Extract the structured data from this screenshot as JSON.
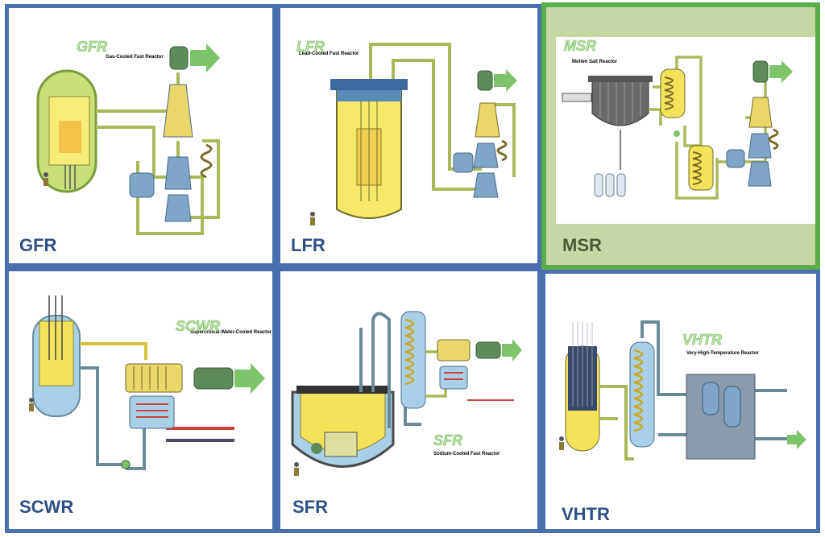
{
  "panels": [
    {
      "label": "GFR",
      "diagram_title": "GFR",
      "subtitle": "Gas-Cooled Fast Reactor",
      "selected": false
    },
    {
      "label": "LFR",
      "diagram_title": "LFR",
      "subtitle": "Lead-Cooled Fast Reactor",
      "selected": false
    },
    {
      "label": "MSR",
      "diagram_title": "MSR",
      "subtitle": "Molten Salt Reactor",
      "selected": true
    },
    {
      "label": "SCWR",
      "diagram_title": "SCWR",
      "subtitle": "Supercritical-Water-Cooled Reactor",
      "selected": false
    },
    {
      "label": "SFR",
      "diagram_title": "SFR",
      "subtitle": "Sodium-Cooled Fast Reactor",
      "selected": false
    },
    {
      "label": "VHTR",
      "diagram_title": "VHTR",
      "subtitle": "Very-High-Temperature Reactor",
      "selected": false
    }
  ],
  "colors": {
    "border": "#4a6fae",
    "selected_border": "#5aab4a",
    "selected_fill": "#c6d7a6",
    "label_text": "#2e4e86",
    "pipe": "#a9b95a",
    "vessel_yellow": "#f2e35a",
    "vessel_blue": "#a9cfe6",
    "equipment_green": "#5f8a5b",
    "arrow_green": "#7dc36a"
  }
}
